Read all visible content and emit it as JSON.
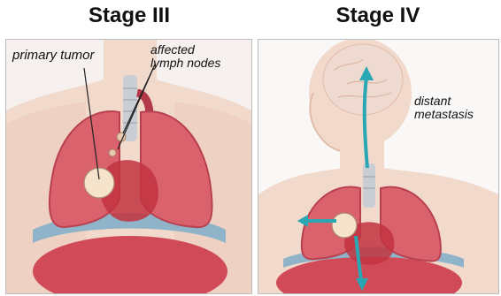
{
  "titles": {
    "left": "Stage III",
    "right": "Stage IV"
  },
  "labels": {
    "primary_tumor": "primary tumor",
    "affected_line1": "affected",
    "affected_line2": "lymph nodes",
    "distant_line1": "distant",
    "distant_line2": "metastasis"
  },
  "colors": {
    "skin": "#f1d9cc",
    "skin_shadow": "#e2bba8",
    "lung": "#d9626c",
    "lung_dark": "#b8404f",
    "heart": "#c2323f",
    "diaphragm": "#8fb3c8",
    "trachea": "#c9cdd4",
    "tumor": "#f6e3cc",
    "arrow": "#29a8b4"
  }
}
